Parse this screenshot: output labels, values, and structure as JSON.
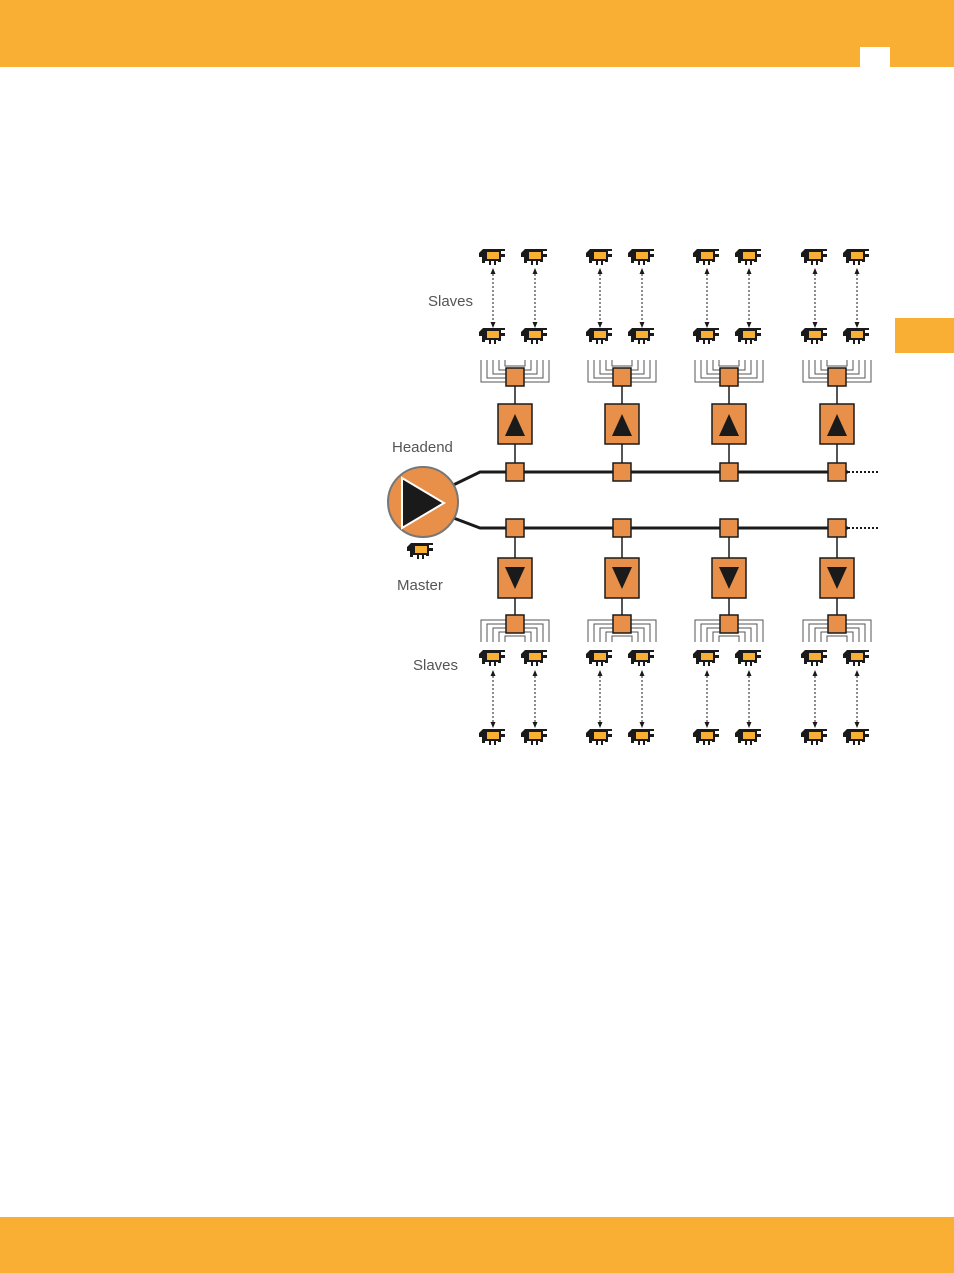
{
  "labels": {
    "slaves_top": "Slaves",
    "headend": "Headend",
    "master": "Master",
    "slaves_bottom": "Slaves"
  },
  "diagram": {
    "columns": 4,
    "device_icon": "handheld-unit-icon",
    "colors": {
      "accent": "#f9af33",
      "node_fill": "#e8904a",
      "headend_fill": "#e8904a",
      "line": "#1a1a1a"
    }
  }
}
